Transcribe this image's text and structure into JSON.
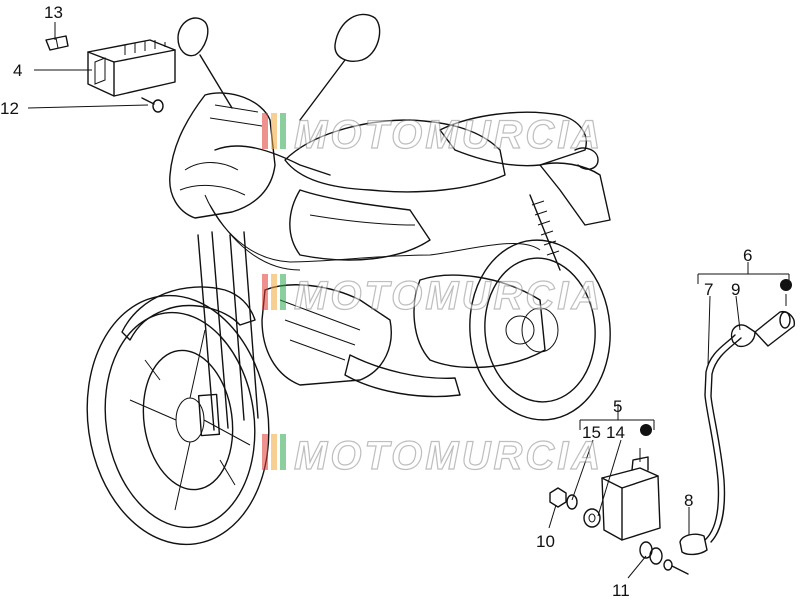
{
  "callouts": {
    "c4": "4",
    "c5": "5",
    "c6": "6",
    "c7": "7",
    "c8": "8",
    "c9": "9",
    "c10": "10",
    "c11": "11",
    "c12": "12",
    "c13": "13",
    "c14": "14",
    "c15": "15"
  },
  "watermark": {
    "text": "MOTOMURCIA",
    "colors": [
      "#e03a2f",
      "#f2a93b",
      "#2fa84f",
      "#cfcfcf"
    ]
  }
}
